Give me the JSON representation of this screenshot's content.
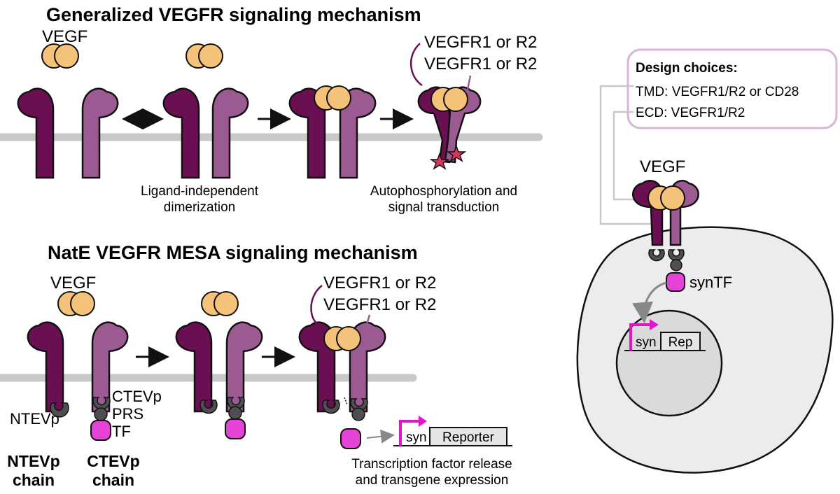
{
  "colors": {
    "receptor_dark": "#6a0f52",
    "receptor_light": "#9c5a93",
    "vegf_fill": "#f5c27a",
    "membrane": "#c9c9c9",
    "protease": "#4f4f4f",
    "tf_fill": "#e542d8",
    "promoter_arrow": "#e016c8",
    "box_border": "#d9b3d8",
    "cell_fill": "#ececec",
    "star_fill": "#d9365e"
  },
  "top_panel": {
    "title": "Generalized VEGFR signaling mechanism",
    "vegf_label": "VEGF",
    "callout_line1": "VEGFR1 or R2",
    "callout_line2": "VEGFR1 or R2",
    "caption_dimer_line1": "Ligand-independent",
    "caption_dimer_line2": "dimerization",
    "caption_auto_line1": "Autophosphorylation and",
    "caption_auto_line2": "signal transduction"
  },
  "bottom_panel": {
    "title": "NatE VEGFR MESA signaling mechanism",
    "vegf_label": "VEGF",
    "callout_line1": "VEGFR1 or R2",
    "callout_line2": "VEGFR1 or R2",
    "ntevp_label": "NTEVp",
    "ctevp_label": "CTEVp",
    "prs_label": "PRS",
    "tf_label": "TF",
    "ntevp_chain_line1": "NTEVp",
    "ntevp_chain_line2": "chain",
    "ctevp_chain_line1": "CTEVp",
    "ctevp_chain_line2": "chain",
    "promoter_label": "syn",
    "reporter_label": "Reporter",
    "caption_line1": "Transcription factor release",
    "caption_line2": "and transgene expression"
  },
  "right_panel": {
    "design_title": "Design choices:",
    "tmd_label": "TMD: VEGFR1/R2 or CD28",
    "ecd_label": "ECD: VEGFR1/R2",
    "vegf_label": "VEGF",
    "syntf_label": "synTF",
    "promoter_label": "syn",
    "reporter_label": "Rep"
  }
}
